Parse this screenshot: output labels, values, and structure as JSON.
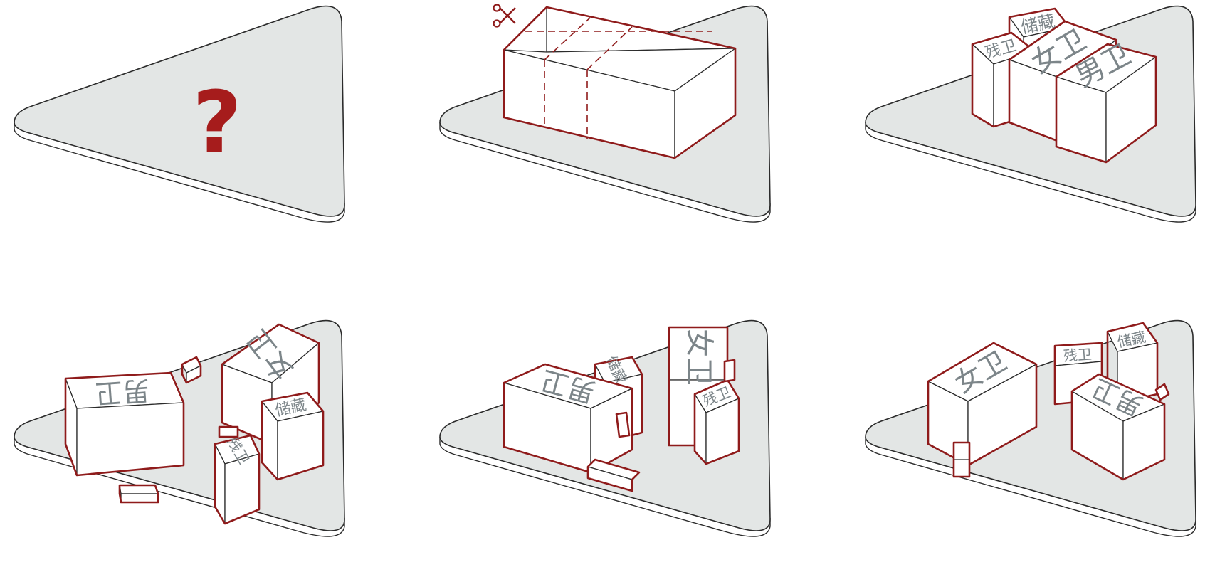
{
  "symbols": {
    "question_mark": "?",
    "colors": {
      "accent": "#a61c1c",
      "outline": "#8f1b1b",
      "platform": "#e3e6e5",
      "label": "#7c8589"
    }
  },
  "labels": {
    "storage": "储藏",
    "accessible": "残卫",
    "female": "女卫",
    "male": "男卫"
  }
}
